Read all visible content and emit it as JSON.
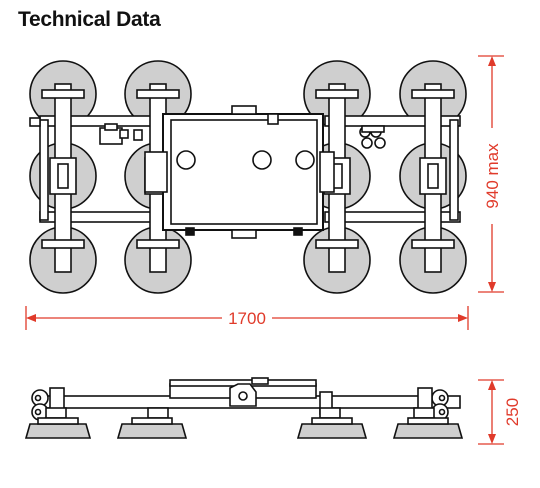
{
  "header": {
    "title": "Technical Data"
  },
  "dimensions": {
    "width_label": "1700",
    "height_label": "940 max",
    "side_height_label": "250"
  },
  "colors": {
    "dimension": "#e03a2a",
    "cup_fill": "#cfcfcf",
    "outline": "#111111",
    "frame_fill": "#ffffff"
  }
}
